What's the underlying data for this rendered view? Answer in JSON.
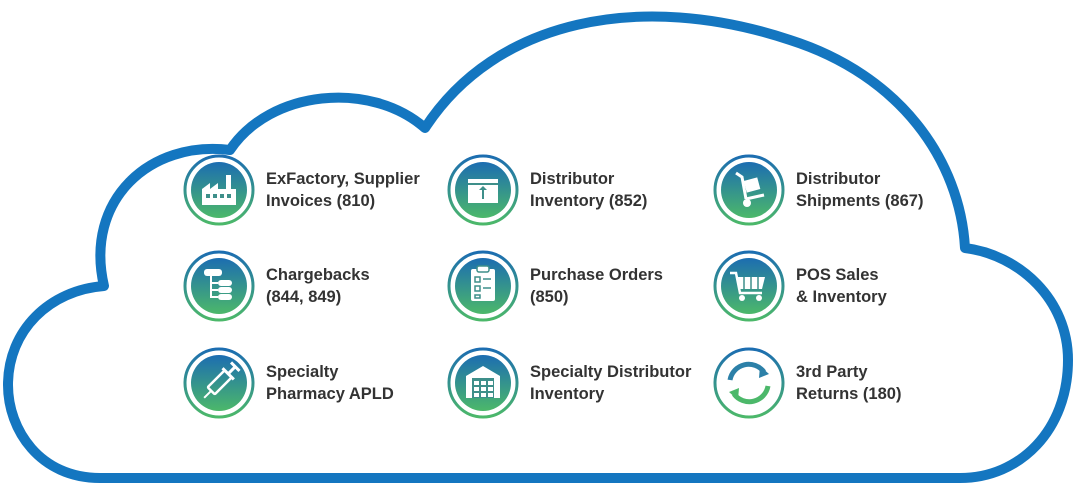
{
  "colors": {
    "cloud_outline": "#1476C0",
    "icon_gradient_top": "#1C6DB1",
    "icon_gradient_bottom": "#4CB86A",
    "label_text": "#333333"
  },
  "items": [
    {
      "line1": "ExFactory, Supplier",
      "line2": "Invoices (810)",
      "icon": "factory-icon"
    },
    {
      "line1": "Distributor",
      "line2": "Inventory (852)",
      "icon": "box-icon"
    },
    {
      "line1": "Distributor",
      "line2": "Shipments (867)",
      "icon": "hand-truck-icon"
    },
    {
      "line1": "Chargebacks",
      "line2": "(844, 849)",
      "icon": "hierarchy-icon"
    },
    {
      "line1": "Purchase Orders",
      "line2": "(850)",
      "icon": "clipboard-icon"
    },
    {
      "line1": "POS Sales",
      "line2": "& Inventory",
      "icon": "shopping-cart-icon"
    },
    {
      "line1": "Specialty",
      "line2": "Pharmacy APLD",
      "icon": "syringe-icon"
    },
    {
      "line1": "Specialty Distributor",
      "line2": "Inventory",
      "icon": "warehouse-icon"
    },
    {
      "line1": "3rd Party",
      "line2": "Returns (180)",
      "icon": "return-arrows-icon"
    }
  ]
}
